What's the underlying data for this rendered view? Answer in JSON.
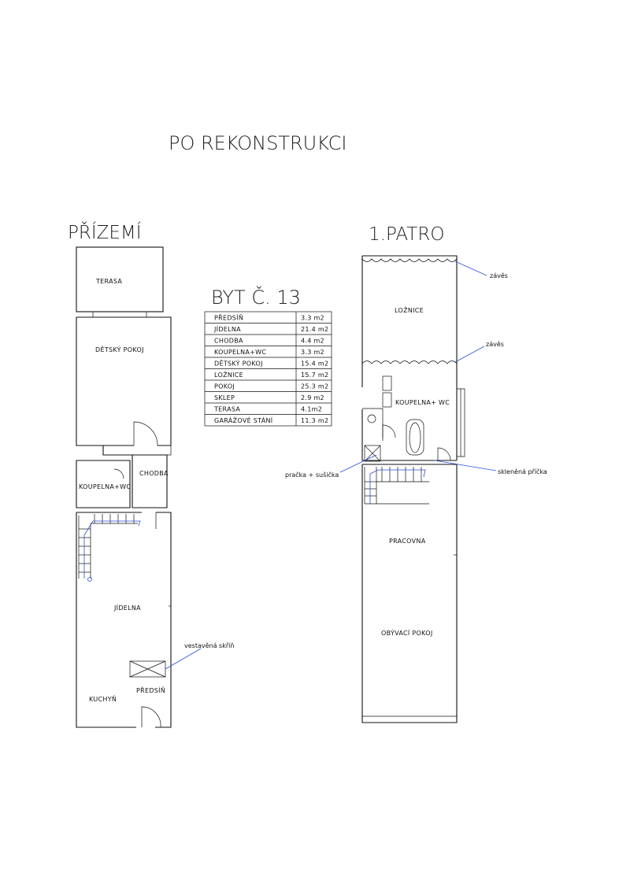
{
  "title": "PO REKONSTRUKCI",
  "ground_floor": {
    "heading": "PŘÍZEMÍ",
    "rooms": {
      "terasa": "TERASA",
      "detsky_pokoj": "DĚTSKÝ POKOJ",
      "koupelna": "KOUPELNA+WC",
      "chodba": "CHODBA",
      "jidelna": "JÍDELNA",
      "kuchyn": "KUCHYŇ",
      "predsin": "PŘEDSÍŇ"
    },
    "notes": {
      "wardrobe": "vestavěná skříň"
    }
  },
  "first_floor": {
    "heading": "1.PATRO",
    "rooms": {
      "loznice": "LOŽNICE",
      "koupelna": "KOUPELNA+ WC",
      "pracovna": "PRACOVNA",
      "obyvaci": "OBÝVACÍ POKOJ"
    },
    "notes": {
      "curtain_top": "závěs",
      "curtain_mid": "závěs",
      "washer": "pračka + sušička",
      "glass": "skleněná příčka"
    }
  },
  "area_table": {
    "heading": "BYT Č. 13",
    "rows": [
      {
        "name": "PŘEDSÍŇ",
        "area": "3.3 m2"
      },
      {
        "name": "JÍDELNA",
        "area": "21.4 m2"
      },
      {
        "name": "CHODBA",
        "area": "4.4 m2"
      },
      {
        "name": "KOUPELNA+WC",
        "area": "3.3 m2"
      },
      {
        "name": "DĚTSKÝ POKOJ",
        "area": "15.4 m2"
      },
      {
        "name": "LOŽNICE",
        "area": "15.7 m2"
      },
      {
        "name": "POKOJ",
        "area": "25.3 m2"
      },
      {
        "name": "SKLEP",
        "area": "2.9 m2"
      },
      {
        "name": "TERASA",
        "area": "4.1m2"
      },
      {
        "name": "GARÁŽOVÉ STÁNÍ",
        "area": "11.3 m2"
      }
    ]
  },
  "colors": {
    "lines": "#111111",
    "annotation": "#2b4fd6",
    "background": "#ffffff"
  }
}
